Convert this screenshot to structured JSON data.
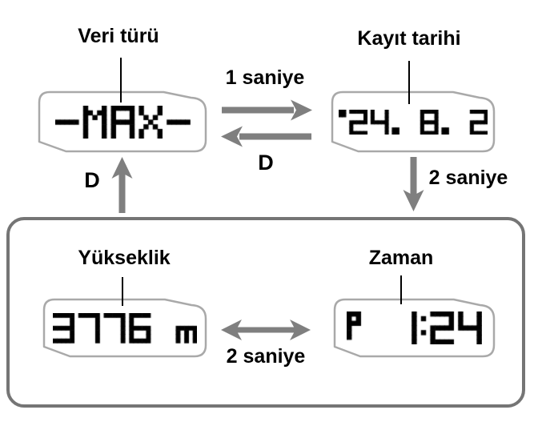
{
  "labels": {
    "data_type": "Veri türü",
    "record_date": "Kayıt tarihi",
    "one_second": "1 saniye",
    "button_d_top": "D",
    "button_d_left": "D",
    "two_seconds_right": "2 saniye",
    "altitude": "Yükseklik",
    "time": "Zaman",
    "two_seconds_bottom": "2 saniye"
  },
  "lcd_panels": [
    {
      "id": "data-type",
      "text": "-MAX-"
    },
    {
      "id": "record-date",
      "text": "'24. 8. 2"
    },
    {
      "id": "altitude",
      "text": "3776 m"
    },
    {
      "id": "time",
      "text": "P  1:24"
    }
  ],
  "colors": {
    "arrow": "#7f7f7f",
    "panel_border": "#a9a9a9",
    "box_border": "#757575",
    "leader_line": "#000000",
    "lcd": "#000000",
    "text": "#000000",
    "background": "#ffffff"
  }
}
